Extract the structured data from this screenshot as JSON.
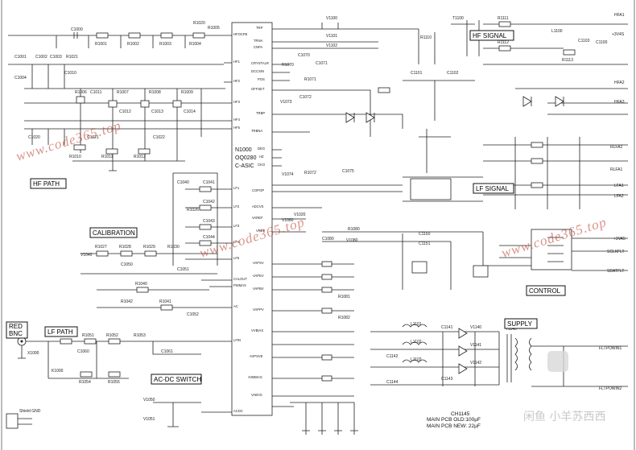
{
  "chip": {
    "lines": [
      "N1000",
      "OQ0280",
      "C-ASIC"
    ]
  },
  "section_labels": {
    "hf_path": "HF PATH",
    "calibration": "CALIBRATION",
    "lf_path": "LF PATH",
    "acdc_switch": "AC-DC SWITCH",
    "hf_signal": "HF SIGNAL",
    "lf_signal": "LF SIGNAL",
    "control": "CONTROL",
    "supply": "SUPPLY",
    "red_bnc_1": "RED",
    "red_bnc_2": "BNC"
  },
  "chip_pins_left": [
    "HFOCFB",
    "HF1",
    "HF2",
    "HF3",
    "HF4",
    "HF5",
    "LF1",
    "LF2",
    "LF3",
    "LF4",
    "LF5",
    "CALOUT",
    "PWMAX",
    "AC",
    "LFIN",
    "ACDC"
  ],
  "chip_pins_right": [
    "TRP",
    "TRNA",
    "CNPA",
    "CRYSTALR",
    "DCCSIN",
    "POS",
    "OFFSET",
    "TRBP",
    "TRBNA",
    "DEG",
    "HZ",
    "CKO",
    "COPOP",
    "ADCVS",
    "VAREF",
    "VREF",
    "VAPSV",
    "VAPEV",
    "VAPBV",
    "VAPPV",
    "VVBIAS",
    "AVPSVE",
    "AVBBIAS",
    "VABVS"
  ],
  "right_outputs": [
    "HFA1",
    "+3V4S",
    "HFA2",
    "HFA3",
    "RLFA2",
    "RLFA1",
    "LFA1",
    "LFA2",
    "+3VA5",
    "SCLKFLT",
    "SDATFLT",
    "FLTPOWIN1",
    "FLTPOWIN2"
  ],
  "component_labels": {
    "top": [
      "C1000",
      "R1001",
      "R1002",
      "R1003",
      "R1004",
      "R1005",
      "R1020",
      "V1100",
      "V1101",
      "V1102",
      "T1100",
      "R1110",
      "L1100",
      "C1100",
      "R1111",
      "C1103",
      "C1101",
      "C1102",
      "R1112",
      "R1113"
    ],
    "hf": [
      "C1001",
      "C1002",
      "C1003",
      "R1021",
      "C1004",
      "C1010",
      "R1006",
      "C1011",
      "R1007",
      "R1008",
      "C1012",
      "R1009",
      "C1013",
      "C1014",
      "C1020",
      "C1021",
      "C1022",
      "R1010",
      "R1011",
      "R1012"
    ],
    "cal": [
      "C1040",
      "C1041",
      "C1042",
      "C1043",
      "C1044",
      "R1026",
      "R1027",
      "R1028",
      "R1029",
      "R1030",
      "C1050",
      "C1051",
      "R1040",
      "R1041",
      "R1042",
      "C1052",
      "V1040"
    ],
    "lf": [
      "X1000",
      "R1050",
      "R1051",
      "R1052",
      "R1053",
      "C1060",
      "C1061",
      "K1000",
      "V1050",
      "V1051",
      "R1054",
      "R1055"
    ],
    "mid": [
      "V1020",
      "C1070",
      "C1071",
      "R1070",
      "R1071",
      "C1072",
      "V1073",
      "R1072",
      "V1074",
      "C1075",
      "V1060",
      "R1080",
      "C1080",
      "V1080",
      "R1081",
      "R1082"
    ],
    "supply": [
      "L1101",
      "L1102",
      "L1103",
      "C1141",
      "C1142",
      "C1143",
      "C1144",
      "V1140",
      "V1141",
      "V1142",
      "T1140",
      "C1150",
      "C1151"
    ]
  },
  "supply_note": {
    "line1": "MAIN PCB OLD:100µF",
    "line2": "MAIN PCB NEW: 22µF",
    "ref": "CH1145"
  },
  "shield_label": "Shield GND",
  "watermarks": [
    "www.code365.top",
    "www.code365.top",
    "www.code365.top"
  ],
  "logo_text": "闲鱼 小羊苏西西",
  "colors": {
    "watermark": "#b93b2a",
    "ink": "#222222"
  }
}
